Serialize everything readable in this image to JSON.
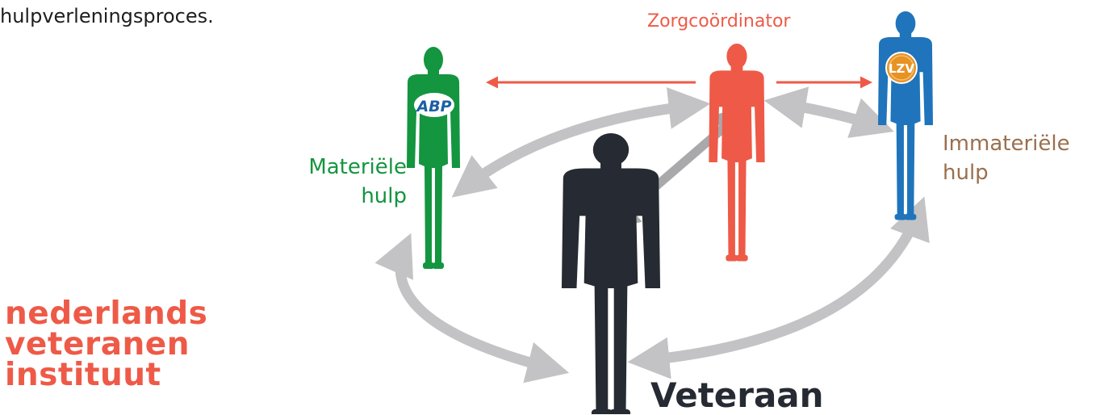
{
  "intro_text": "hulpverleningsproces.",
  "brand": {
    "line1": "nederlands",
    "line2": "veteranen",
    "line3": "instituut"
  },
  "roles": {
    "coordinator": "Zorgcoördinator",
    "material_line1": "Materiële",
    "material_line2": "hulp",
    "immaterial_line1": "Immateriële",
    "immaterial_line2": "hulp",
    "veteran": "Veteraan"
  },
  "badges": {
    "material": "ABP",
    "immaterial": "LZV"
  },
  "colors": {
    "material": "#14953f",
    "coordinator": "#ee5a47",
    "immaterial": "#1f74bb",
    "veteran": "#262a32",
    "immaterial_label": "#9a6f4e",
    "arrow_gray": "#c3c3c5",
    "badge_orange": "#e79222"
  },
  "icons": [
    "person-silhouette",
    "double-headed-arrow",
    "single-headed-arrow"
  ]
}
